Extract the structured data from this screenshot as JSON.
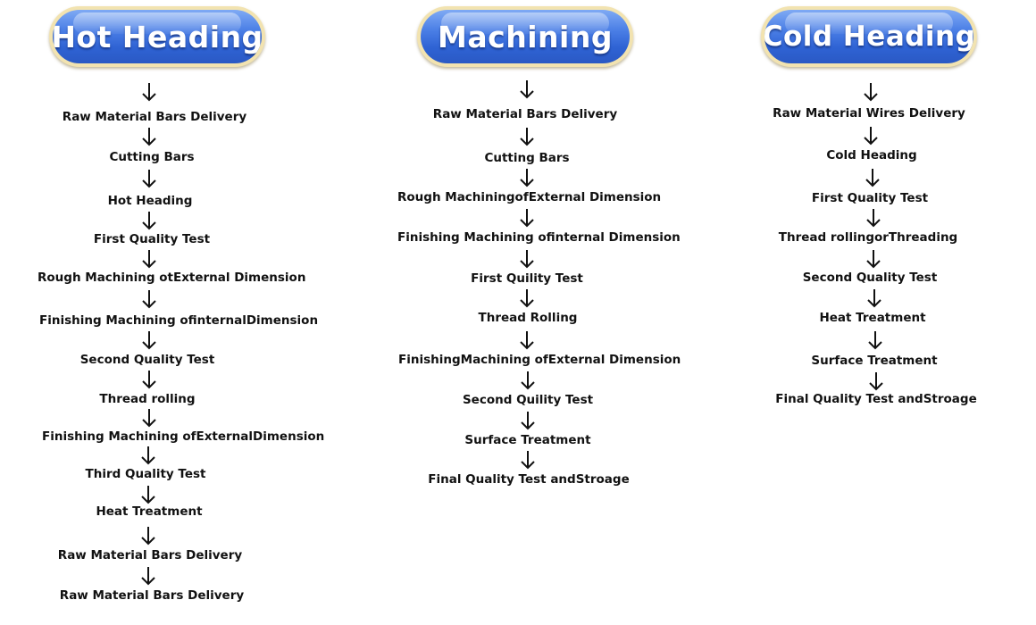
{
  "columns": [
    {
      "title": "Hot Heading",
      "steps": [
        "Raw Material Bars Delivery",
        "Cutting Bars",
        "Hot Heading",
        "First Quality Test",
        "Rough Machining otExternal Dimension",
        "Finishing Machining ofinternalDimension",
        "Second Quality Test",
        "Thread rolling",
        "Finishing Machining ofExternalDimension",
        "Third Quality Test",
        "Heat Treatment",
        "Raw Material Bars Delivery",
        "Raw Material Bars Delivery"
      ]
    },
    {
      "title": "Machining",
      "steps": [
        "Raw Material Bars Delivery",
        "Cutting Bars",
        "Rough MachiningofExternal Dimension",
        "Finishing Machining ofinternal Dimension",
        "First Quility Test",
        "Thread Rolling",
        "FinishingMachining ofExternal Dimension",
        "Second Quility Test",
        "Surface Treatment",
        "Final Quality Test andStroage"
      ]
    },
    {
      "title": "Cold Heading",
      "steps": [
        "Raw Material Wires Delivery",
        "Cold Heading",
        "First Quality Test",
        "Thread rollingorThreading",
        "Second Quality Test",
        "Heat Treatment",
        "Surface Treatment",
        "Final Quality Test andStroage"
      ]
    }
  ]
}
